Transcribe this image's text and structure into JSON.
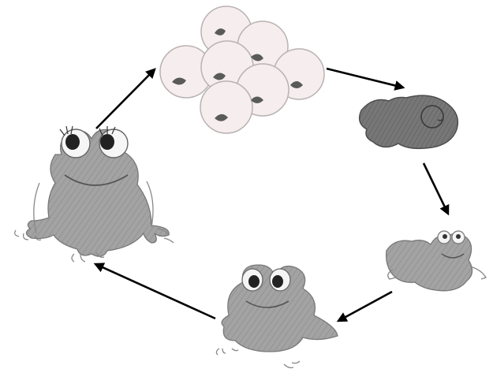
{
  "diagram": {
    "type": "cycle",
    "stages": [
      {
        "id": "eggs",
        "icon": "frog-egg-cluster-icon"
      },
      {
        "id": "tadpole",
        "icon": "tadpole-icon"
      },
      {
        "id": "tadpole-with-legs",
        "icon": "tadpole-with-legs-icon"
      },
      {
        "id": "froglet",
        "icon": "froglet-icon"
      },
      {
        "id": "adult-frog",
        "icon": "adult-frog-icon"
      }
    ],
    "arrows": [
      {
        "from": "eggs",
        "to": "tadpole"
      },
      {
        "from": "tadpole",
        "to": "tadpole-with-legs"
      },
      {
        "from": "tadpole-with-legs",
        "to": "froglet"
      },
      {
        "from": "froglet",
        "to": "adult-frog"
      },
      {
        "from": "adult-frog",
        "to": "eggs"
      }
    ],
    "colors": {
      "body": "#9e9e9e",
      "body_dark": "#6f6f6f",
      "egg_shell": "#f6eeee",
      "egg_core": "#5a5a5a",
      "arrow": "#000000"
    }
  }
}
